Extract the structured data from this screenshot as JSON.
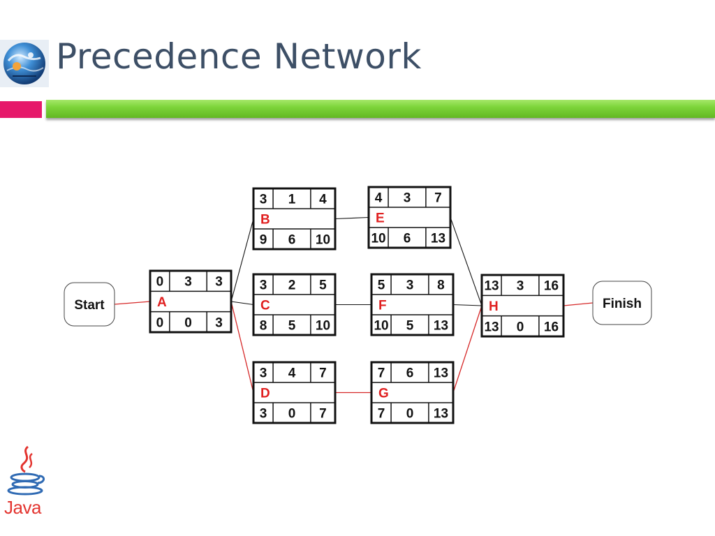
{
  "slide": {
    "title": "Precedence Network",
    "footer_logo_text": "Java"
  },
  "colors": {
    "title": "#3d4f66",
    "accent_pink": "#e6196a",
    "accent_green": "#7dd43a",
    "critical_path": "#d62828",
    "activity_label": "#e02020"
  },
  "icons": [
    "globe-logo-icon",
    "java-logo-icon"
  ],
  "network": {
    "terminals": [
      {
        "id": "start",
        "label": "Start"
      },
      {
        "id": "finish",
        "label": "Finish"
      }
    ],
    "activities": [
      {
        "id": "A",
        "label": "A",
        "es": "0",
        "dur": "3",
        "ef": "3",
        "ls": "0",
        "tf": "0",
        "lf": "3"
      },
      {
        "id": "B",
        "label": "B",
        "es": "3",
        "dur": "1",
        "ef": "4",
        "ls": "9",
        "tf": "6",
        "lf": "10"
      },
      {
        "id": "C",
        "label": "C",
        "es": "3",
        "dur": "2",
        "ef": "5",
        "ls": "8",
        "tf": "5",
        "lf": "10"
      },
      {
        "id": "D",
        "label": "D",
        "es": "3",
        "dur": "4",
        "ef": "7",
        "ls": "3",
        "tf": "0",
        "lf": "7"
      },
      {
        "id": "E",
        "label": "E",
        "es": "4",
        "dur": "3",
        "ef": "7",
        "ls": "10",
        "tf": "6",
        "lf": "13"
      },
      {
        "id": "F",
        "label": "F",
        "es": "5",
        "dur": "3",
        "ef": "8",
        "ls": "10",
        "tf": "5",
        "lf": "13"
      },
      {
        "id": "G",
        "label": "G",
        "es": "7",
        "dur": "6",
        "ef": "13",
        "ls": "7",
        "tf": "0",
        "lf": "13"
      },
      {
        "id": "H",
        "label": "H",
        "es": "13",
        "dur": "3",
        "ef": "16",
        "ls": "13",
        "tf": "0",
        "lf": "16"
      }
    ],
    "links": [
      {
        "from": "start",
        "to": "A",
        "critical": true
      },
      {
        "from": "A",
        "to": "B",
        "critical": false
      },
      {
        "from": "A",
        "to": "C",
        "critical": false
      },
      {
        "from": "A",
        "to": "D",
        "critical": true
      },
      {
        "from": "B",
        "to": "E",
        "critical": false
      },
      {
        "from": "C",
        "to": "F",
        "critical": false
      },
      {
        "from": "D",
        "to": "G",
        "critical": true
      },
      {
        "from": "E",
        "to": "H",
        "critical": false
      },
      {
        "from": "F",
        "to": "H",
        "critical": false
      },
      {
        "from": "G",
        "to": "H",
        "critical": true
      },
      {
        "from": "H",
        "to": "finish",
        "critical": true
      }
    ]
  }
}
